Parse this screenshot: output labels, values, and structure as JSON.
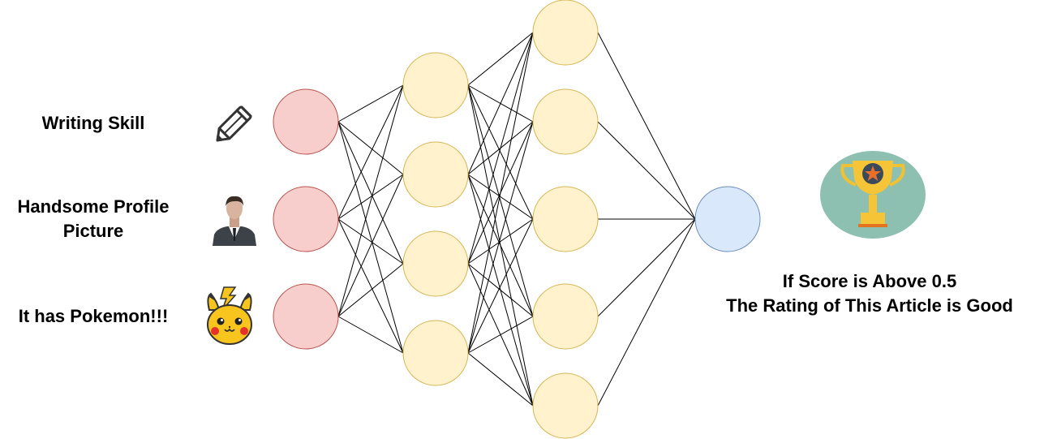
{
  "inputs": {
    "writing_skill": "Writing Skill",
    "profile_line1": "Handsome Profile",
    "profile_line2": "Picture",
    "pokemon": "It has Pokemon!!!"
  },
  "result": {
    "line1": "If Score is Above 0.5",
    "line2": "The Rating of This Article is Good"
  },
  "network": {
    "layer_sizes": [
      3,
      4,
      5,
      1
    ],
    "colors": {
      "input_fill": "#f8cecc",
      "input_stroke": "#b85450",
      "hidden_fill": "#fff2cc",
      "hidden_stroke": "#d6b656",
      "output_fill": "#dae8fc",
      "output_stroke": "#6c8ebf",
      "edge": "#000000"
    }
  },
  "icons": [
    "pencil-icon",
    "businessman-icon",
    "pikachu-icon",
    "trophy-icon"
  ]
}
